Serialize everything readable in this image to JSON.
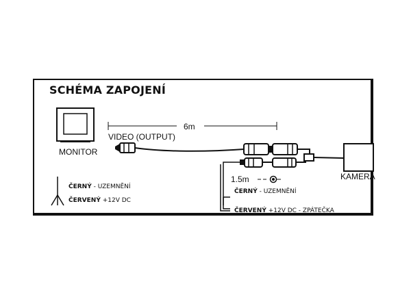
{
  "title": "SCHÉMA ZAPOJENÍ",
  "labels": {
    "monitor": "MONITOR",
    "video_output": "VIDEO (OUTPUT)",
    "length_main": "6m",
    "length_short": "1.5m",
    "camera": "KAMERA"
  },
  "monitor_wires": {
    "black_color": "ČERNÝ",
    "black_desc": " - UZEMNĚNÍ",
    "red_color": "ČERVENÝ",
    "red_desc": " +12V DC"
  },
  "camera_wires": {
    "black_color": "ČERNÝ",
    "black_desc": " - UZEMNĚNÍ",
    "red_color": "ČERVENÝ",
    "red_desc": " +12V DC - ZPÁTEČKA"
  }
}
